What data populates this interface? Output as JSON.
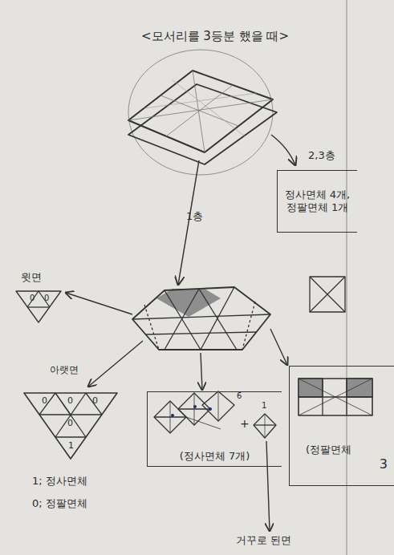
{
  "diagram": {
    "nodes": [
      {
        "text": [
          "정사면체 4개, 정팔면체 1개"
        ]
      },
      {
        "text": [
          "(정사면체 7개)"
        ]
      },
      {
        "text": [
          "(정팔면체",
          "3"
        ]
      }
    ],
    "labels": [
      "<모서리를 3등분 했을 때>",
      "2,3층",
      "1층",
      "윗면",
      "0",
      "0",
      "아랫면",
      "0",
      "0",
      "0",
      "0",
      "1",
      "1; 정사면체",
      "0; 정팔면체",
      "6",
      "1",
      "+",
      "거꾸로 된면"
    ]
  }
}
